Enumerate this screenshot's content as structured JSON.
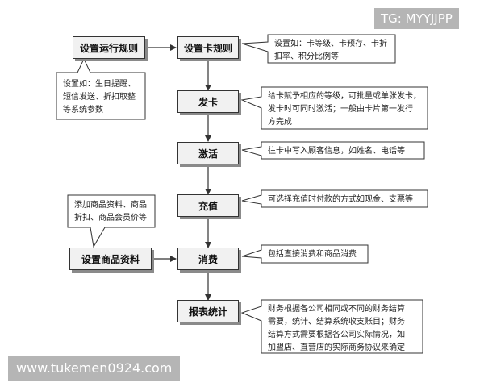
{
  "nodes": {
    "run_rules": "设置运行规则",
    "card_rules": "设置卡规则",
    "issue_card": "发卡",
    "activate": "激活",
    "recharge": "充值",
    "goods": "设置商品资料",
    "consume": "消费",
    "report": "报表统计"
  },
  "notes": {
    "run_rules_note": [
      "设置如：生日提醒、",
      "短信发送、折扣取整",
      "等系统参数"
    ],
    "card_rules_note": [
      "设置如：卡等级、卡预存、卡折",
      "扣率、积分比例等"
    ],
    "issue_card_note": [
      "给卡赋予相应的等级，可批量或单张发卡，",
      "发卡时可同时激活；一般由卡片第一发行",
      "方完成"
    ],
    "activate_note": [
      "往卡中写入顾客信息，如姓名、电话等"
    ],
    "recharge_note": [
      "可选择充值时付款的方式如现金、支票等"
    ],
    "goods_note": [
      "添加商品资料、商品",
      "折扣、商品会员价等"
    ],
    "consume_note": [
      "包括直接消费和商品消费"
    ],
    "report_note": [
      "财务根据各公司相同或不同的财务结算",
      "需要，统计、结算系统收支账目；财务",
      "结算方式需要根据各公司实际情况，如",
      "加盟店、直营店的实际商务协议来确定"
    ]
  },
  "watermarks": {
    "top_right": "TG: MYYJJPP",
    "bottom_left": "www.tukemen0924.com"
  },
  "colors": {
    "line": "#333333",
    "box_fill": "#f1f1f1",
    "shadow": "#8a8a8a"
  }
}
